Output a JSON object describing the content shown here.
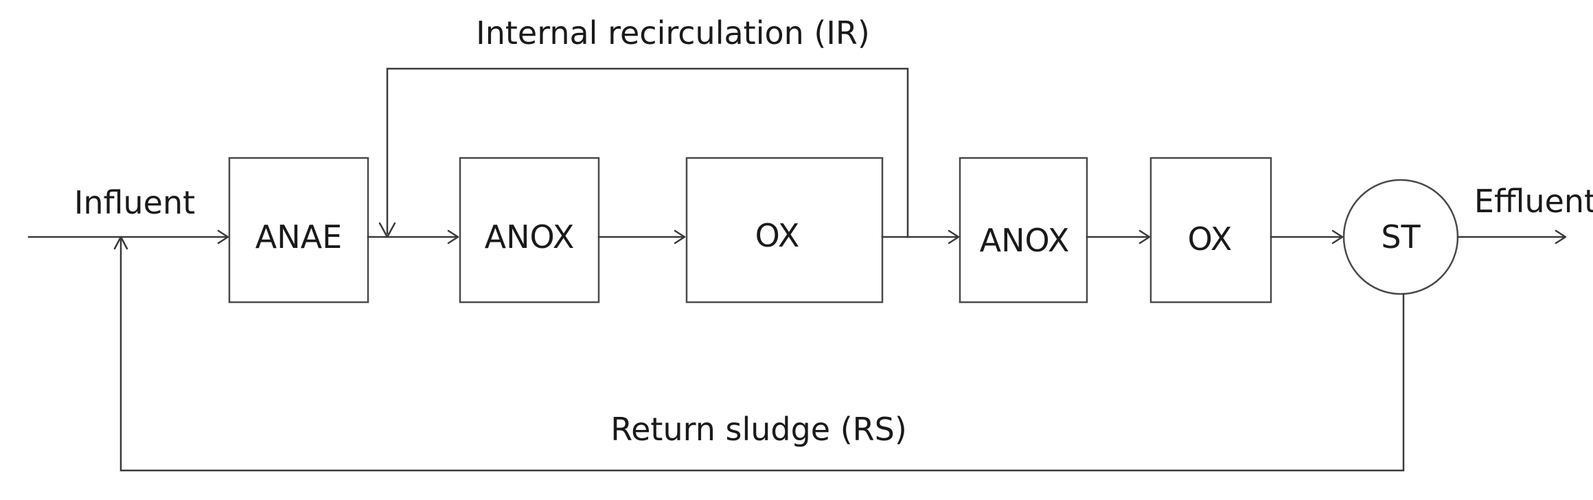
{
  "labels": {
    "internal_recirculation": "Internal recirculation (IR)",
    "influent": "Influent",
    "effluent": "Effluent",
    "return_sludge": "Return sludge (RS)"
  },
  "units": {
    "anae": "ANAE",
    "anox1": "ANOX",
    "ox1": "OX",
    "anox2": "ANOX",
    "ox2": "OX",
    "settler": "ST"
  }
}
